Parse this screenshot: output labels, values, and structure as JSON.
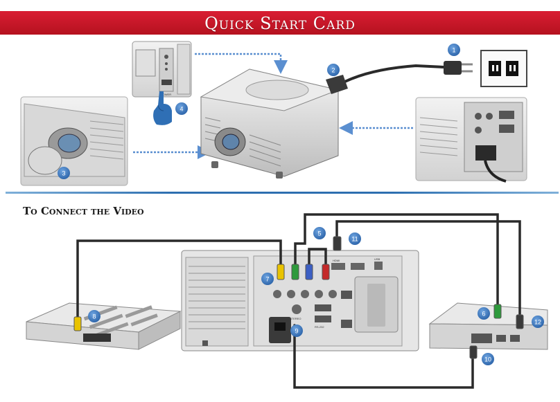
{
  "header": {
    "title": "Quick Start Card",
    "banner_color": "#c8172a"
  },
  "video_section": {
    "title": "To Connect the Video"
  },
  "callouts": {
    "c1": "1",
    "c2": "2",
    "c3": "3",
    "c4": "4",
    "c5": "5",
    "c6": "6",
    "c7": "7",
    "c8": "8",
    "c9": "9",
    "c10": "10",
    "c11": "11",
    "c12": "12"
  },
  "callout_color": "#2f6fb5",
  "arrow_color": "#5b8fd0",
  "panel_labels": {
    "power": "POWER",
    "hdmi": "HDMI",
    "usb": "USB",
    "rs232": "RS-232",
    "stereo": "STEREO"
  },
  "icons": [
    "power-plug-icon",
    "wall-outlet-icon",
    "hand-pointer-icon",
    "lens-cap-icon",
    "projector-icon",
    "dvd-player-icon",
    "set-top-box-icon"
  ]
}
